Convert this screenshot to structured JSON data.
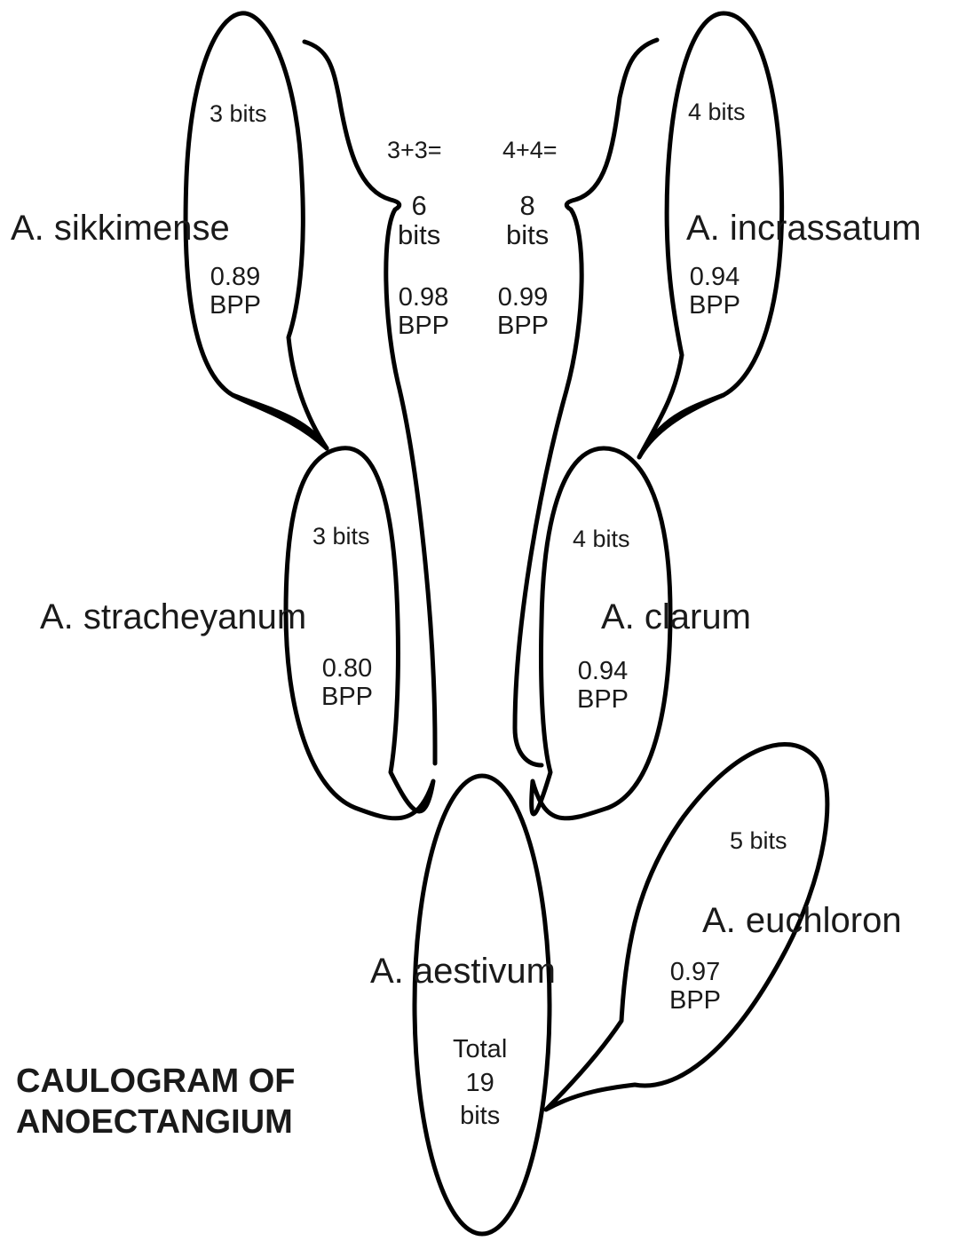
{
  "title": {
    "line1": "CAULOGRAM OF",
    "line2": "ANOECTANGIUM"
  },
  "taxa": {
    "sikkimense": {
      "name": "A. sikkimense",
      "bits": "3 bits",
      "bpp_value": "0.89",
      "bpp_unit": "BPP"
    },
    "incrassatum": {
      "name": "A. incrassatum",
      "bits": "4 bits",
      "bpp_value": "0.94",
      "bpp_unit": "BPP"
    },
    "stracheyanum": {
      "name": "A. stracheyanum",
      "bits": "3 bits",
      "bpp_value": "0.80",
      "bpp_unit": "BPP"
    },
    "clarum": {
      "name": "A. clarum",
      "bits": "4 bits",
      "bpp_value": "0.94",
      "bpp_unit": "BPP"
    },
    "euchloron": {
      "name": "A. euchloron",
      "bits": "5 bits",
      "bpp_value": "0.97",
      "bpp_unit": "BPP"
    },
    "aestivum": {
      "name": "A. aestivum",
      "total_line1": "Total",
      "total_line2": "19",
      "total_line3": "bits"
    }
  },
  "lineages": {
    "left": {
      "sum": "3+3=",
      "total_value": "6",
      "total_unit": "bits",
      "bpp_value": "0.98",
      "bpp_unit": "BPP"
    },
    "right": {
      "sum": "4+4=",
      "total_value": "8",
      "total_unit": "bits",
      "bpp_value": "0.99",
      "bpp_unit": "BPP"
    }
  }
}
